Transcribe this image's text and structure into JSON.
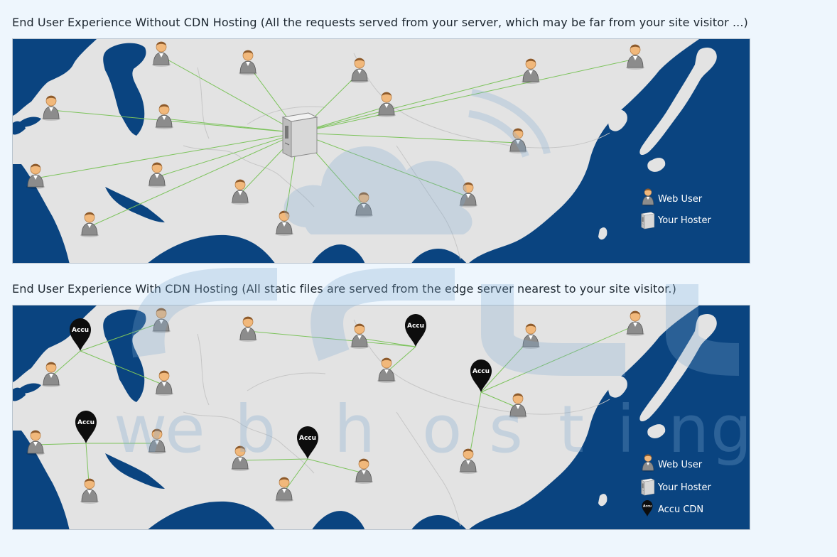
{
  "top": {
    "heading": "End User Experience Without CDN Hosting (All the requests served from your server, which may be far from your site visitor ...)",
    "legend": {
      "web_user": "Web User",
      "your_hoster": "Your Hoster"
    }
  },
  "bottom": {
    "heading": "End User Experience With CDN Hosting (All static files are served from the edge server nearest to your site visitor.)",
    "legend": {
      "web_user": "Web User",
      "your_hoster": "Your Hoster",
      "accu_cdn": "Accu CDN"
    },
    "pin_label": "Accu"
  },
  "watermark": {
    "letters": [
      "w",
      "e",
      "b",
      "h",
      "o",
      "s",
      "t",
      "i",
      "n",
      "g"
    ]
  },
  "colors": {
    "sea": "#0a4480",
    "land": "#e3e3e3",
    "border": "#c6c6c6",
    "link": "#7cc35b",
    "pin": "#0d0d0d",
    "user_skin": "#f1b87b",
    "user_body": "#8c8c8c",
    "watermark": "#7ea9cf"
  }
}
